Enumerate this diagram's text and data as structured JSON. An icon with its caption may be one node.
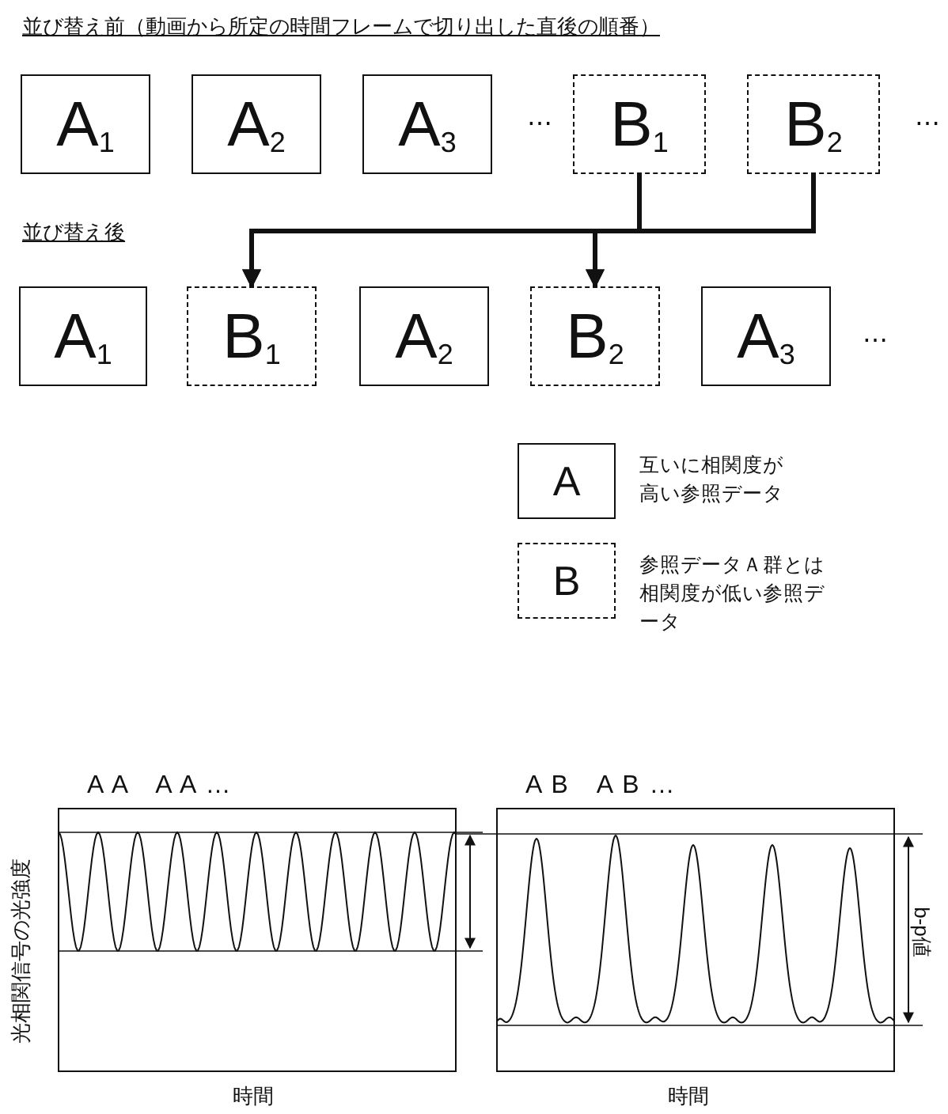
{
  "diagram": {
    "title": "並び替え前（動画から所定の時間フレームで切り出した直後の順番）",
    "nodes": [
      {
        "text": [
          "A$_{1}$"
        ]
      },
      {
        "text": [
          "A$_{2}$"
        ]
      },
      {
        "text": [
          "A$_{3}$"
        ]
      },
      {
        "text": [
          "B$_{1}$"
        ]
      },
      {
        "text": [
          "B$_{2}$"
        ]
      },
      {
        "text": [
          "A$_{1}$"
        ]
      },
      {
        "text": [
          "B$_{1}$"
        ]
      },
      {
        "text": [
          "A$_{2}$"
        ]
      },
      {
        "text": [
          "B$_{2}$"
        ]
      },
      {
        "text": [
          "A$_{3}$"
        ]
      },
      {
        "text": [
          "A"
        ],
        "beside": [
          "互いに相関度が高い参照データ"
        ]
      },
      {
        "text": [
          "B"
        ],
        "beside": [
          "参照データＡ群とは相関度が低い参照データ"
        ]
      }
    ],
    "edges": [
      {
        "from": 3,
        "to": 6,
        "arrow": "to"
      },
      {
        "from": 3,
        "to": 8,
        "arrow": "to"
      },
      {
        "from": 4,
        "to": 6,
        "arrow": "to"
      },
      {
        "from": 4,
        "to": 8,
        "arrow": "to"
      }
    ],
    "labels": [
      "…",
      "…",
      "並び替え後",
      "…",
      "A A　A A …",
      "A B　A B …",
      "光相関信号の光強度",
      "b-p値",
      "時間",
      "時間"
    ]
  }
}
